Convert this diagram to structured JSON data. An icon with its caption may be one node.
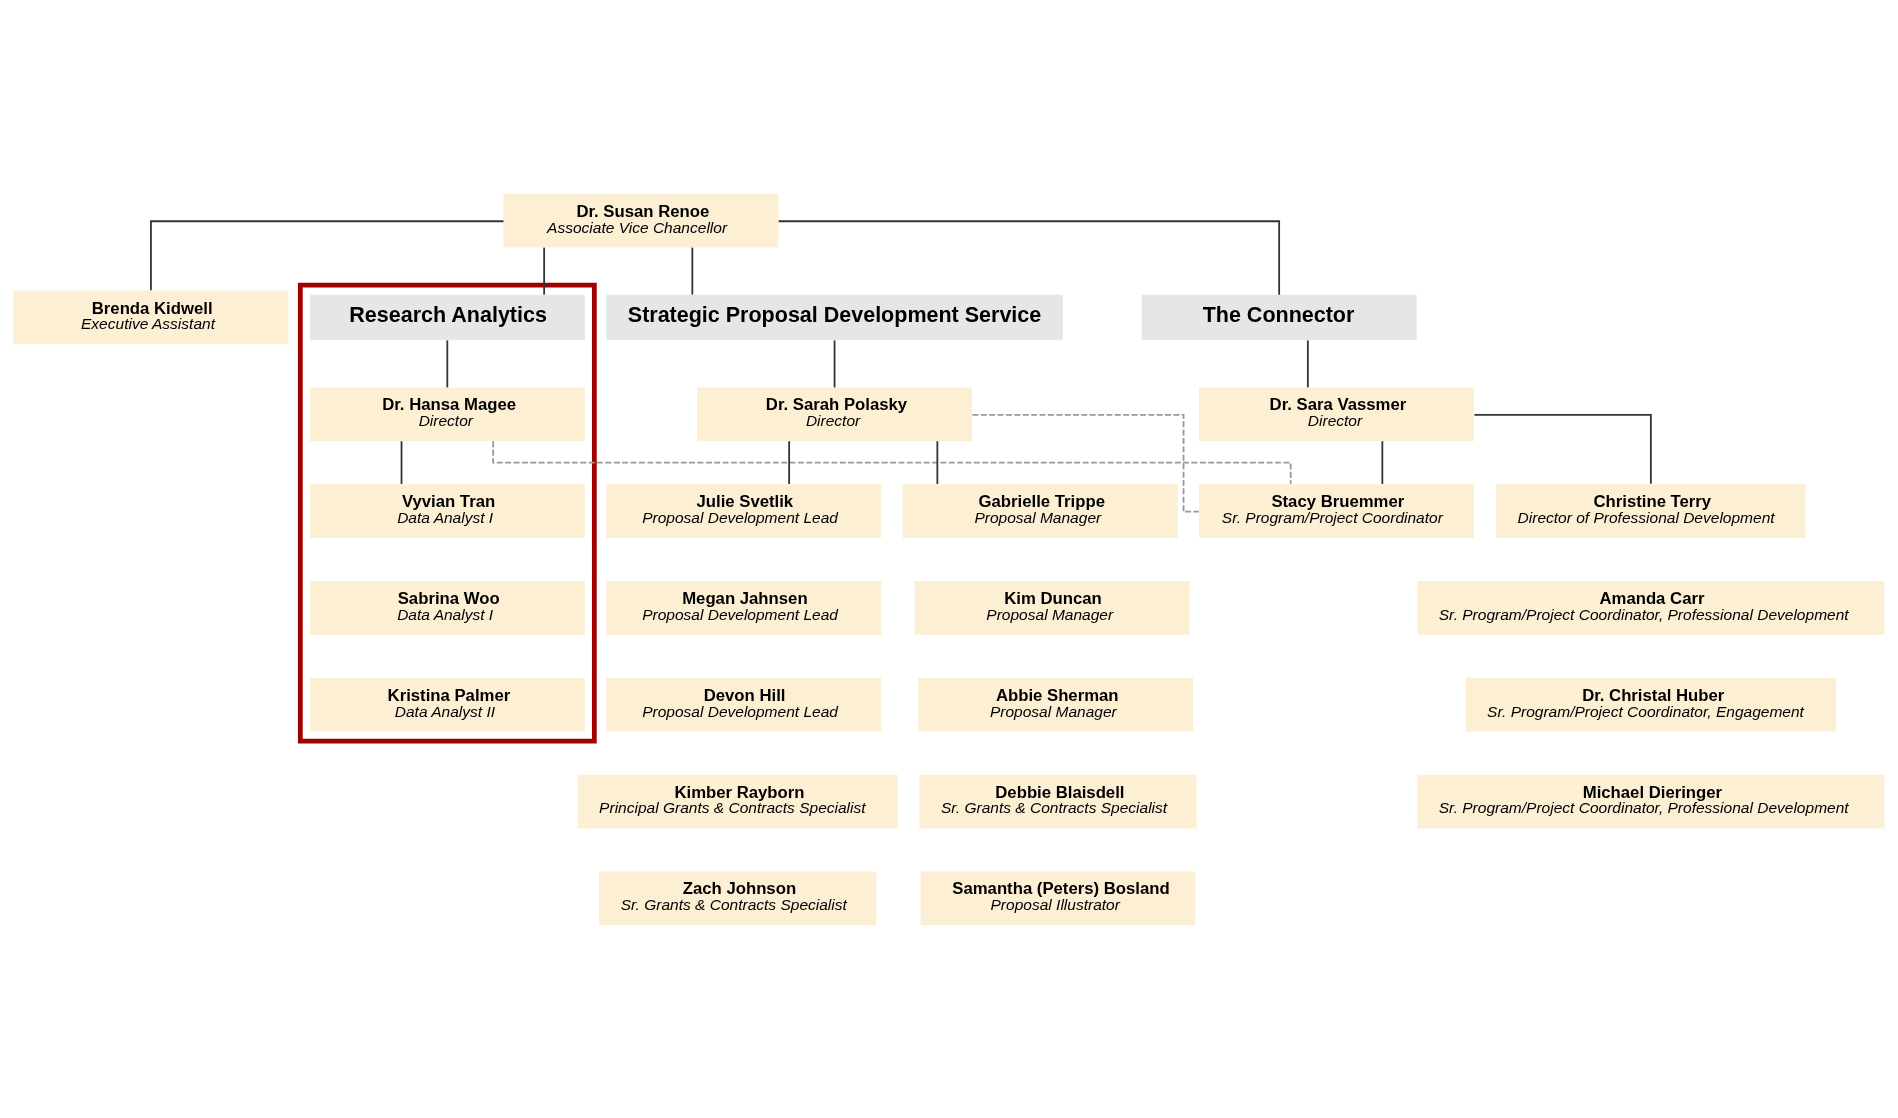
{
  "diagram": {
    "nodes": [
      {
        "text": [
          "Dr. Susan Renoe",
          "Associate Vice Chancellor"
        ]
      },
      {
        "text": [
          "Brenda Kidwell",
          "Executive Assistant"
        ]
      },
      {
        "text": [],
        "shape": "box"
      },
      {
        "text": [
          "Research Analytics"
        ],
        "in": 2
      },
      {
        "text": [
          "Dr. Hansa Magee",
          "Director"
        ],
        "in": 2
      },
      {
        "text": [
          "Vyvian Tran",
          "Data Analyst I"
        ],
        "in": 2
      },
      {
        "text": [
          "Sabrina Woo",
          "Data Analyst I"
        ],
        "in": 2
      },
      {
        "text": [
          "Kristina Palmer",
          "Data Analyst II"
        ],
        "in": 2
      },
      {
        "text": [
          "Strategic Proposal Development Service"
        ]
      },
      {
        "text": [
          "Dr. Sarah Polasky",
          "Director"
        ]
      },
      {
        "text": [
          "Julie Svetlik",
          "Proposal Development Lead"
        ]
      },
      {
        "text": [
          "Gabrielle Trippe",
          "Proposal Manager"
        ]
      },
      {
        "text": [
          "Megan Jahnsen",
          "Proposal Development Lead"
        ]
      },
      {
        "text": [
          "Kim Duncan",
          "Proposal Manager"
        ]
      },
      {
        "text": [
          "Devon Hill",
          "Proposal Development Lead"
        ]
      },
      {
        "text": [
          "Abbie Sherman",
          "Proposal Manager"
        ]
      },
      {
        "text": [
          "Kimber Rayborn",
          "Principal Grants & Contracts Specialist"
        ]
      },
      {
        "text": [
          "Debbie Blaisdell",
          "Sr. Grants & Contracts Specialist"
        ]
      },
      {
        "text": [
          "Zach Johnson",
          "Sr. Grants & Contracts Specialist"
        ]
      },
      {
        "text": [
          "Samantha (Peters) Bosland",
          "Proposal Illustrator"
        ]
      },
      {
        "text": [
          "The Connector"
        ]
      },
      {
        "text": [
          "Dr. Sara Vassmer",
          "Director"
        ]
      },
      {
        "text": [
          "Stacy Bruemmer",
          "Sr. Program/Project Coordinator"
        ]
      },
      {
        "text": [
          "Christine Terry",
          "Director of Professional Development"
        ]
      },
      {
        "text": [
          "Amanda Carr",
          "Sr. Program/Project Coordinator, Professional Development"
        ]
      },
      {
        "text": [
          "Dr. Christal Huber",
          "Sr. Program/Project Coordinator, Engagement"
        ]
      },
      {
        "text": [
          "Michael Dieringer",
          "Sr. Program/Project Coordinator, Professional Development"
        ]
      }
    ],
    "edges": [
      {
        "from": 0,
        "to": 1,
        "arrow": "none"
      },
      {
        "from": 0,
        "to": 3,
        "arrow": "none"
      },
      {
        "from": 0,
        "to": 8,
        "arrow": "none"
      },
      {
        "from": 0,
        "to": 20,
        "arrow": "none"
      },
      {
        "from": 3,
        "to": 4,
        "arrow": "none"
      },
      {
        "from": 4,
        "to": 5,
        "arrow": "none"
      },
      {
        "from": 8,
        "to": 9,
        "arrow": "none"
      },
      {
        "from": 9,
        "to": 10,
        "arrow": "none"
      },
      {
        "from": 9,
        "to": 11,
        "arrow": "none"
      },
      {
        "from": 20,
        "to": 21,
        "arrow": "none"
      },
      {
        "from": 21,
        "to": 22,
        "arrow": "none"
      },
      {
        "from": 21,
        "to": 23,
        "arrow": "none"
      },
      {
        "from": 4,
        "to": 22,
        "arrow": "none",
        "style": "dashed",
        "color": "#999999"
      },
      {
        "from": 9,
        "to": 22,
        "arrow": "none",
        "style": "dashed",
        "color": "#999999"
      }
    ]
  }
}
